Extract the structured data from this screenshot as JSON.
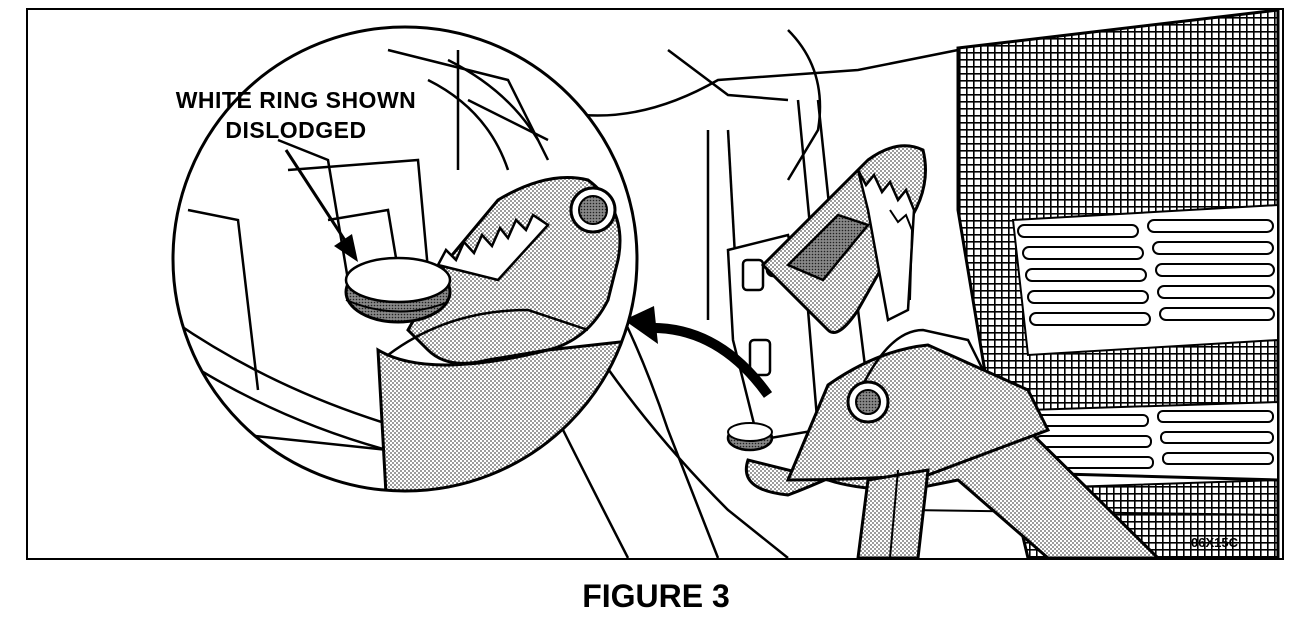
{
  "callout": {
    "line1": "WHITE RING SHOWN",
    "line2": "DISLODGED"
  },
  "figure_code": "06X15C",
  "caption": "FIGURE 3",
  "colors": {
    "ink": "#000000",
    "paper": "#ffffff",
    "shade": "#bdbdbd"
  }
}
